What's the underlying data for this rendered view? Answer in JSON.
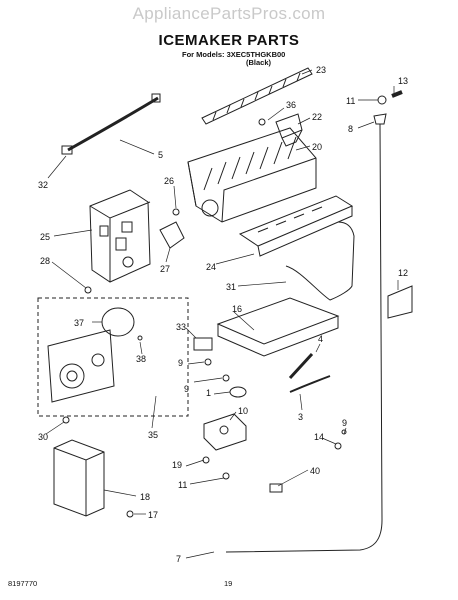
{
  "watermark": "AppliancePartsPros.com",
  "title": "ICEMAKER PARTS",
  "models_line": "For Models: 3XEC5THGKB00",
  "color_line": "(Black)",
  "footer": {
    "left": "8197770",
    "center": "19"
  },
  "callouts": [
    "23",
    "13",
    "36",
    "22",
    "11",
    "8",
    "5",
    "20",
    "32",
    "26",
    "25",
    "27",
    "28",
    "24",
    "31",
    "12",
    "16",
    "37",
    "33",
    "4",
    "38",
    "9",
    "9",
    "1",
    "10",
    "3",
    "30",
    "35",
    "14",
    "9",
    "19",
    "11",
    "40",
    "18",
    "17",
    "7"
  ]
}
